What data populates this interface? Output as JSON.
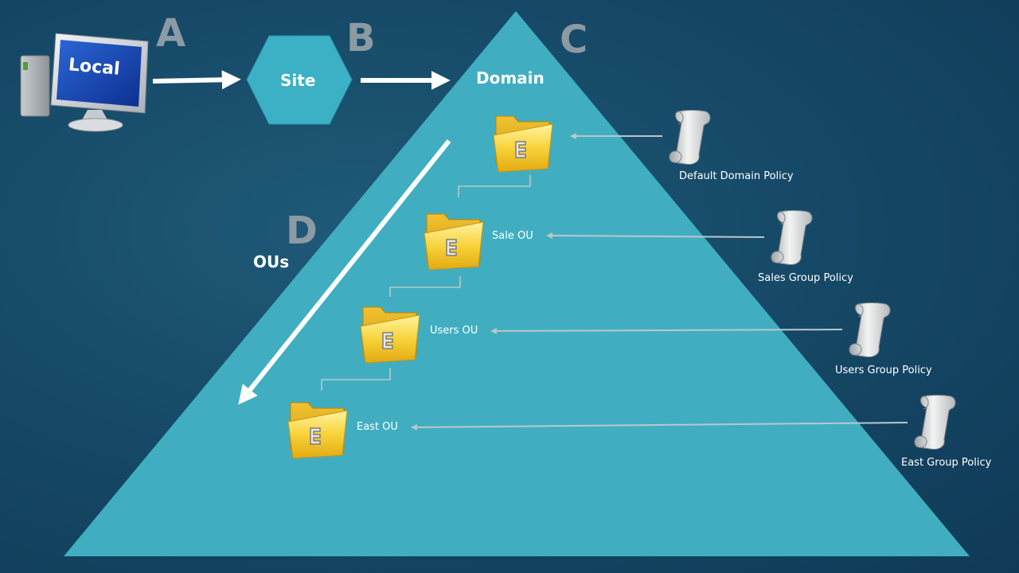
{
  "letters": {
    "a": "A",
    "b": "B",
    "c": "C",
    "d": "D"
  },
  "local": {
    "label": "Local"
  },
  "site": {
    "label": "Site"
  },
  "domain": {
    "label": "Domain"
  },
  "ous_label": "OUs",
  "ou_labels": {
    "sale": "Sale OU",
    "users": "Users OU",
    "east": "East OU"
  },
  "policies": {
    "default_domain": "Default Domain Policy",
    "sales_group": "Sales Group Policy",
    "users_group": "Users Group Policy",
    "east_group": "East Group Policy"
  },
  "colors": {
    "background": "#164a68",
    "pyramid": "#40aec0",
    "hexagon": "#3cb0c4",
    "folder": "#f4c623",
    "arrow": "#ffffff",
    "connector": "#b9c7cc",
    "letter": "#8c9aa3"
  },
  "icons": [
    "computer-icon",
    "folder-icon",
    "scroll-icon"
  ]
}
